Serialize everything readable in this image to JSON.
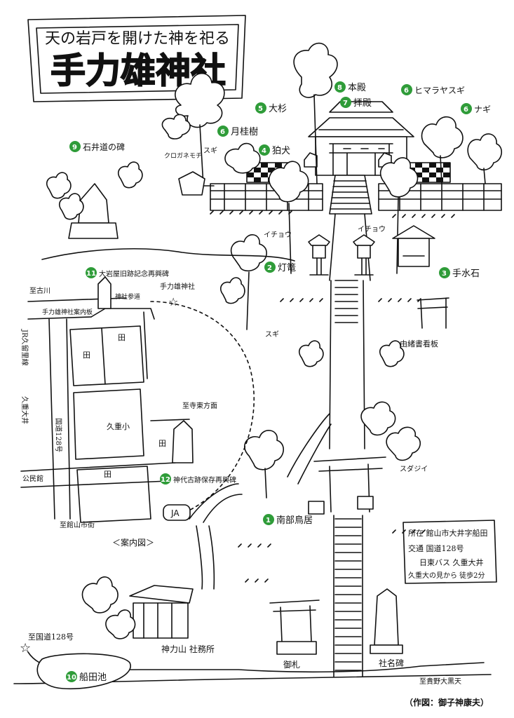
{
  "title": {
    "subtitle": "天の岩戸を開けた神を祀る",
    "main": "手力雄神社"
  },
  "landmarks": [
    {
      "num": "1",
      "label": "南部鳥居"
    },
    {
      "num": "2",
      "label": "灯篭"
    },
    {
      "num": "3",
      "label": "手水石"
    },
    {
      "num": "4",
      "label": "狛犬"
    },
    {
      "num": "5",
      "label": "大杉"
    },
    {
      "num": "6",
      "label": "月桂樹"
    },
    {
      "num": "6",
      "label": "ヒマラヤスギ"
    },
    {
      "num": "6",
      "label": "ナギ"
    },
    {
      "num": "7",
      "label": "拝殿"
    },
    {
      "num": "8",
      "label": "本殿"
    },
    {
      "num": "9",
      "label": "石井道の碑"
    },
    {
      "num": "10",
      "label": "船田池"
    },
    {
      "num": "11",
      "label": "大岩屋旧跡記念再興碑"
    },
    {
      "num": "12",
      "label": "神代古跡保存再興碑"
    }
  ],
  "tree_labels": {
    "kurogane": "クロガネモチ",
    "sugi_a": "スギ",
    "icho_left": "イチョウ",
    "icho_right": "イチョウ",
    "sugi_b": "スギ",
    "sudajii": "スダジイ"
  },
  "map_labels": {
    "yuisho": "由緒書看板",
    "jinriki": "神力山 社務所",
    "gyoreisatsu": "御札",
    "shamei": "社名碑",
    "to_route128": "至国道128号",
    "to_daikokuten": "至貴野大黒天"
  },
  "guide_map": {
    "caption": "＜案内図＞",
    "to_furukawa": "至古川",
    "jr": "JR久留里線",
    "bus_stop": "久重大井",
    "route": "国道128号",
    "kuju_school": "久重小",
    "koumin": "公民館",
    "to_tateyama": "至館山市街",
    "to_ichiyoji": "至寺東方面",
    "shrine_sign": "手力雄神社案内板",
    "shrine": "手力雄神社",
    "path_label": "神社参道",
    "ja": "JA",
    "field": "田"
  },
  "info_box": {
    "address": "所在 館山市大井字船田",
    "access1": "交通 国道128号",
    "access2": "日東バス 久重大井",
    "access3": "久重大の見から 徒歩2分"
  },
  "credit": "（作図：御子神康夫）"
}
